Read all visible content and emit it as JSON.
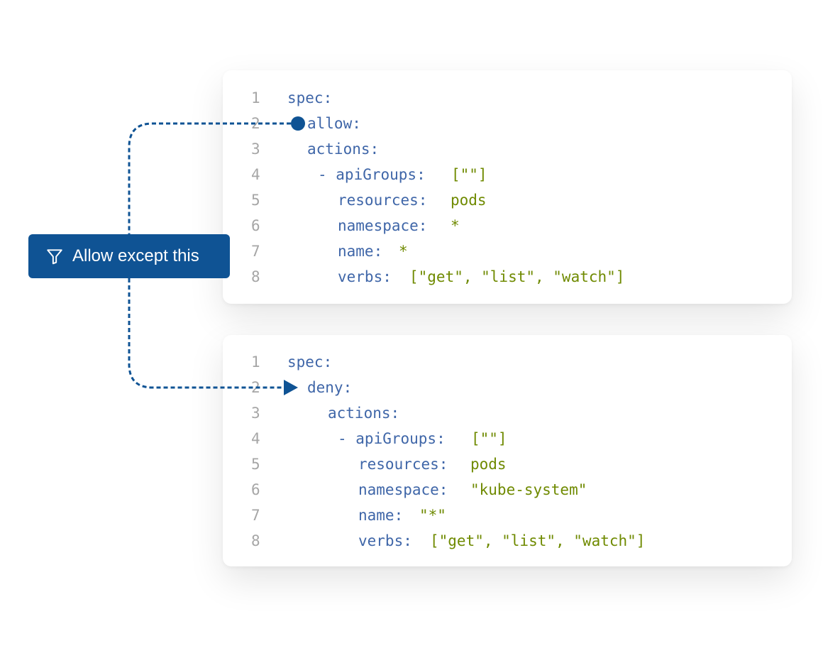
{
  "badge": {
    "label": "Allow except this",
    "icon": "filter-icon"
  },
  "colors": {
    "accent": "#0f5394",
    "key": "#3f66a8",
    "value": "#6f8a00",
    "line_number": "#a6a6a6"
  },
  "allow_block": {
    "lines": [
      {
        "n": "1",
        "indent": "",
        "key": "spec:",
        "value": ""
      },
      {
        "n": "2",
        "indent": "",
        "key": "allow:",
        "value": ""
      },
      {
        "n": "3",
        "indent": "",
        "key": "actions:",
        "value": ""
      },
      {
        "n": "4",
        "indent": "",
        "key": "- apiGroups:",
        "value": "[\"\"]"
      },
      {
        "n": "5",
        "indent": "",
        "key": "resources:",
        "value": "pods"
      },
      {
        "n": "6",
        "indent": "",
        "key": "namespace:",
        "value": "*"
      },
      {
        "n": "7",
        "indent": "",
        "key": "name:",
        "value": "*"
      },
      {
        "n": "8",
        "indent": "",
        "key": "verbs:",
        "value": "[\"get\", \"list\", \"watch\"]"
      }
    ]
  },
  "deny_block": {
    "lines": [
      {
        "n": "1",
        "key": "spec:",
        "value": ""
      },
      {
        "n": "2",
        "key": "deny:",
        "value": ""
      },
      {
        "n": "3",
        "key": "actions:",
        "value": ""
      },
      {
        "n": "4",
        "key": "- apiGroups:",
        "value": "[\"\"]"
      },
      {
        "n": "5",
        "key": "resources:",
        "value": "pods"
      },
      {
        "n": "6",
        "key": "namespace:",
        "value": "\"kube-system\""
      },
      {
        "n": "7",
        "key": "name:",
        "value": "\"*\""
      },
      {
        "n": "8",
        "key": "verbs:",
        "value": "[\"get\", \"list\", \"watch\"]"
      }
    ]
  }
}
